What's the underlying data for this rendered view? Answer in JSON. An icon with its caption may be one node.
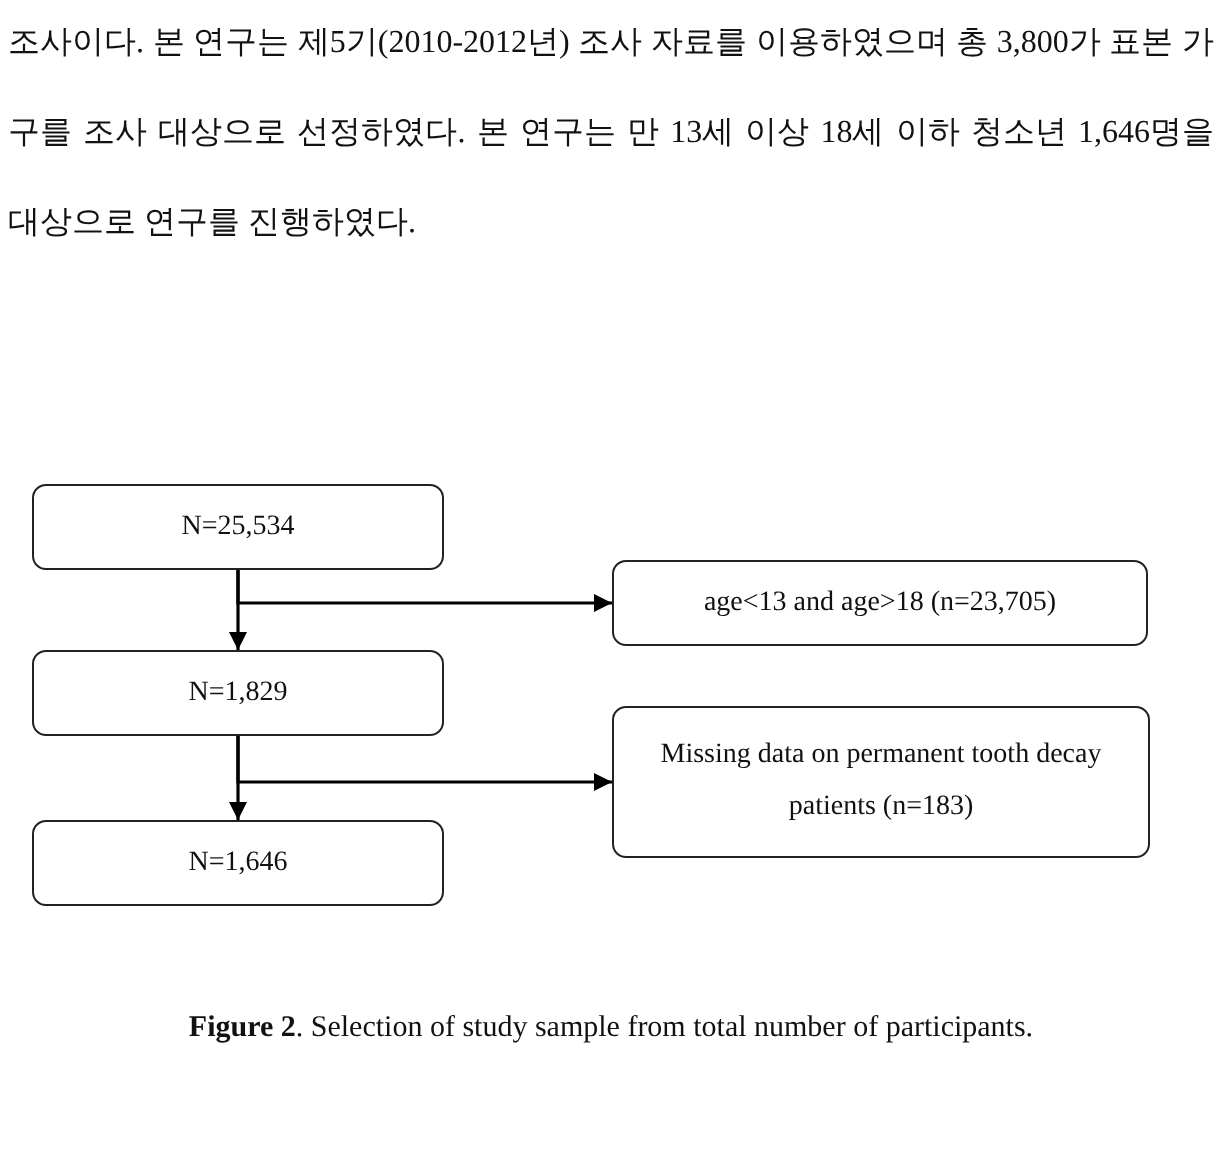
{
  "diagram": {
    "caption": "**Figure 2**. Selection of study sample from total number of participants.",
    "nodes": [
      {
        "text": [
          "N=25,534"
        ]
      },
      {
        "text": [
          "age<13 and age>18 (n=23,705)"
        ]
      },
      {
        "text": [
          "N=1,829"
        ]
      },
      {
        "text": [
          "Missing data on permanent tooth decay patients (n=183)"
        ]
      },
      {
        "text": [
          "N=1,646"
        ]
      }
    ],
    "edges": [
      {
        "from": 0,
        "to": 2,
        "arrow": "to"
      },
      {
        "from": 0,
        "to": 1,
        "arrow": "to"
      },
      {
        "from": 2,
        "to": 4,
        "arrow": "to"
      },
      {
        "from": 2,
        "to": 3,
        "arrow": "to"
      }
    ],
    "labels": [
      "조사이다. 본 연구는 제5기(2010-2012년) 조사 자료를 이용하였으며 총 3,800가 표본 가구를 조사 대상으로 선정하였다. 본 연구는 만 13세 이상 18세 이하 청소년 1,646명을 대상으로 연구를 진행하였다."
    ]
  }
}
